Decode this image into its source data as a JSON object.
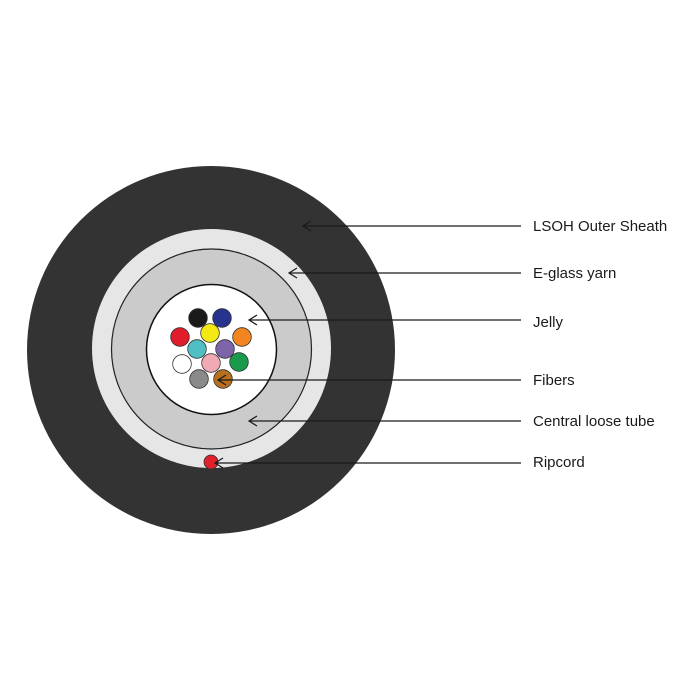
{
  "labels": {
    "outer_sheath": "LSOH Outer Sheath",
    "eglass_yarn": "E-glass yarn",
    "jelly": "Jelly",
    "fibers": "Fibers",
    "loose_tube": "Central loose tube",
    "ripcord": "Ripcord"
  },
  "colors": {
    "outer_sheath": "#333333",
    "eglass_yarn": "#e6e6e6",
    "loose_tube": "#cbcbcb",
    "jelly": "#ffffff",
    "ripcord": "#e0202a"
  },
  "fibers": [
    {
      "color": "#1a1a1a"
    },
    {
      "color": "#26348f"
    },
    {
      "color": "#e11d2b"
    },
    {
      "color": "#f5e915"
    },
    {
      "color": "#f28520"
    },
    {
      "color": "#4fbfc4"
    },
    {
      "color": "#7d63a8"
    },
    {
      "color": "#ffffff"
    },
    {
      "color": "#f2a9b6"
    },
    {
      "color": "#1a9b4c"
    },
    {
      "color": "#8a8a8a"
    },
    {
      "color": "#b8701f"
    }
  ]
}
